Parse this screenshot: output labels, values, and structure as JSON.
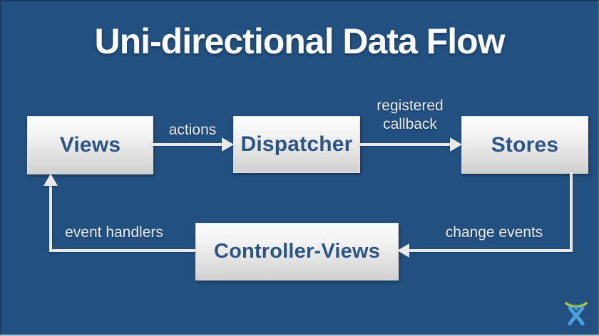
{
  "slide": {
    "title": "Uni-directional Data Flow",
    "colors": {
      "background": "#215081",
      "node_text": "#2b5586",
      "node_fill_top": "#fdfdfd",
      "node_fill_bottom": "#d0d0d0",
      "arrow": "#e9e9e9",
      "label_text": "#ebebeb",
      "logo_green": "#a9c93d",
      "logo_blue": "#4c9fd8"
    },
    "nodes": [
      {
        "id": "views",
        "label": "Views"
      },
      {
        "id": "dispatcher",
        "label": "Dispatcher"
      },
      {
        "id": "stores",
        "label": "Stores"
      },
      {
        "id": "controller-views",
        "label": "Controller-Views"
      }
    ],
    "edges": [
      {
        "from": "views",
        "to": "dispatcher",
        "label": "actions"
      },
      {
        "from": "dispatcher",
        "to": "stores",
        "label_lines": [
          "registered",
          "callback"
        ]
      },
      {
        "from": "stores",
        "to": "controller-views",
        "label": "change events"
      },
      {
        "from": "controller-views",
        "to": "views",
        "label": "event handlers"
      }
    ],
    "logo": {
      "name": "atlassian-logo"
    }
  }
}
